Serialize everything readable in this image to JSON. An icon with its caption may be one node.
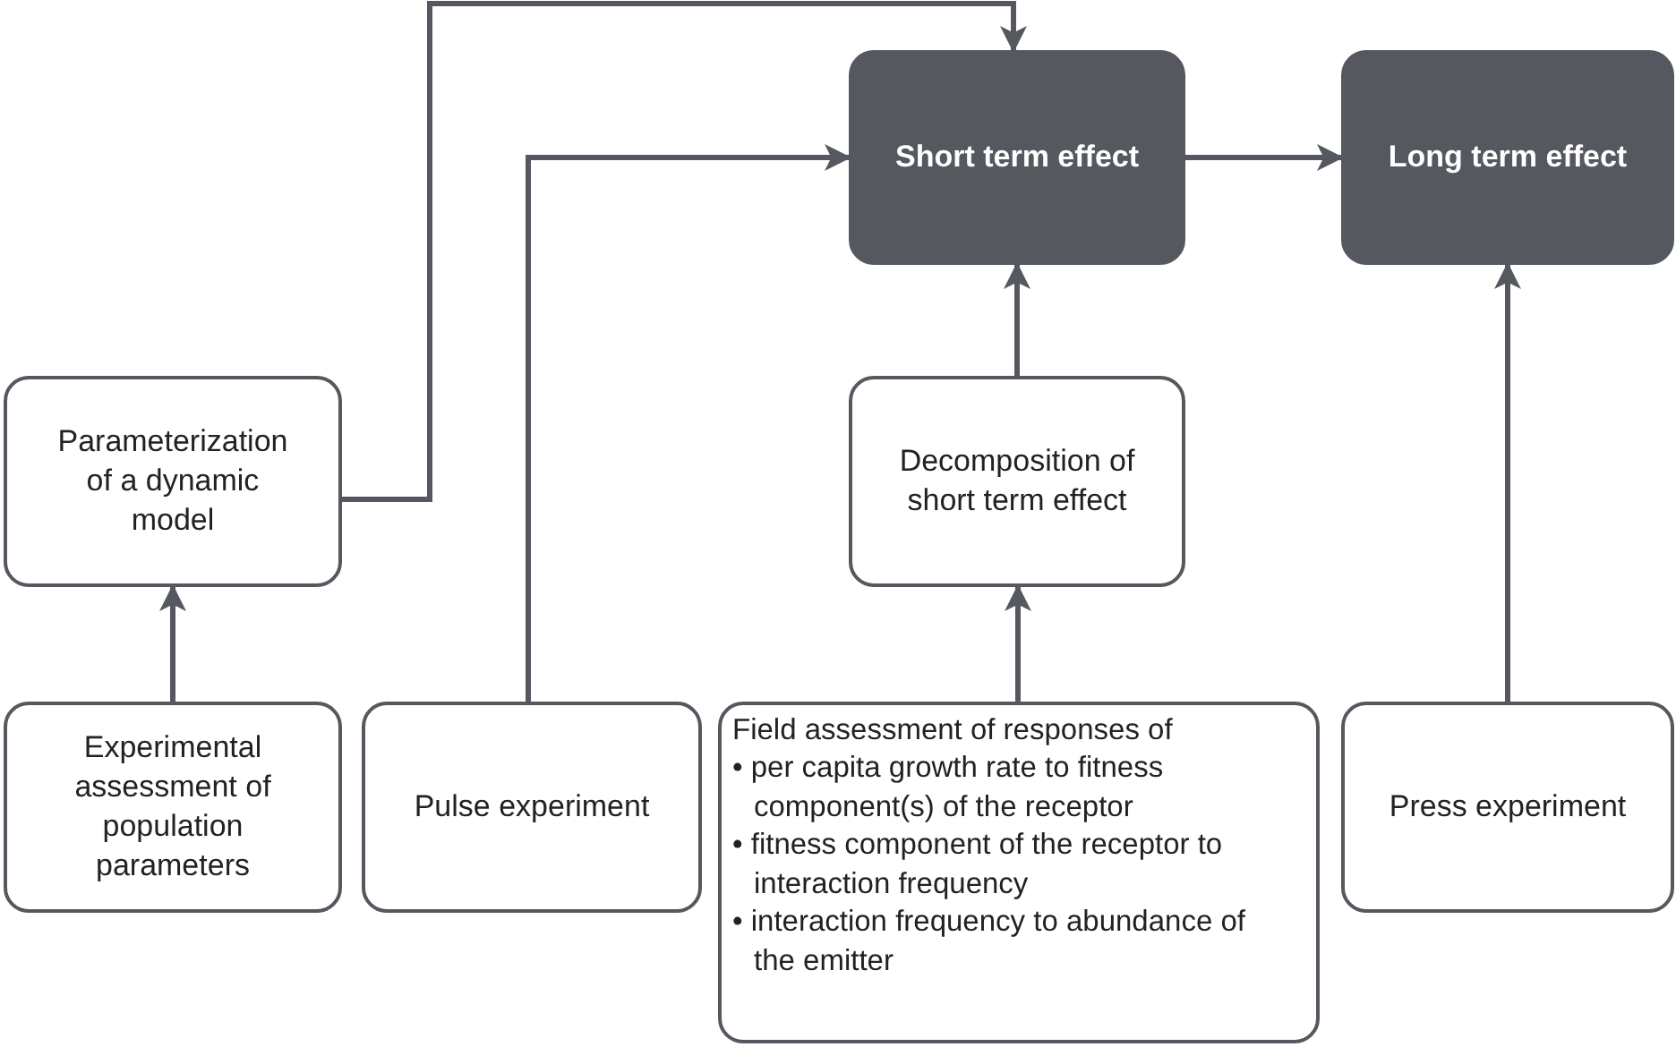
{
  "diagram": {
    "nodes": [
      {
        "text": [
          "Short term effect"
        ]
      },
      {
        "text": [
          "Long term effect"
        ]
      },
      {
        "text": [
          "Parameterization of a dynamic model"
        ]
      },
      {
        "text": [
          "Decomposition of short term effect"
        ]
      },
      {
        "text": [
          "Experimental assessment of population parameters"
        ]
      },
      {
        "text": [
          "Pulse experiment"
        ]
      },
      {
        "text": [
          "Field assessment of responses of",
          "• per capita growth rate to fitness component(s) of the receptor",
          "• fitness component of the receptor to interaction frequency",
          "• interaction frequency to abundance of the emitter"
        ]
      },
      {
        "text": [
          "Press experiment"
        ]
      }
    ],
    "edges": [
      {
        "from": 2,
        "to": 0,
        "arrow": "to"
      },
      {
        "from": 5,
        "to": 0,
        "arrow": "to"
      },
      {
        "from": 0,
        "to": 1,
        "arrow": "to"
      },
      {
        "from": 3,
        "to": 0,
        "arrow": "to"
      },
      {
        "from": 6,
        "to": 3,
        "arrow": "to"
      },
      {
        "from": 4,
        "to": 2,
        "arrow": "to"
      },
      {
        "from": 7,
        "to": 1,
        "arrow": "to"
      }
    ]
  }
}
